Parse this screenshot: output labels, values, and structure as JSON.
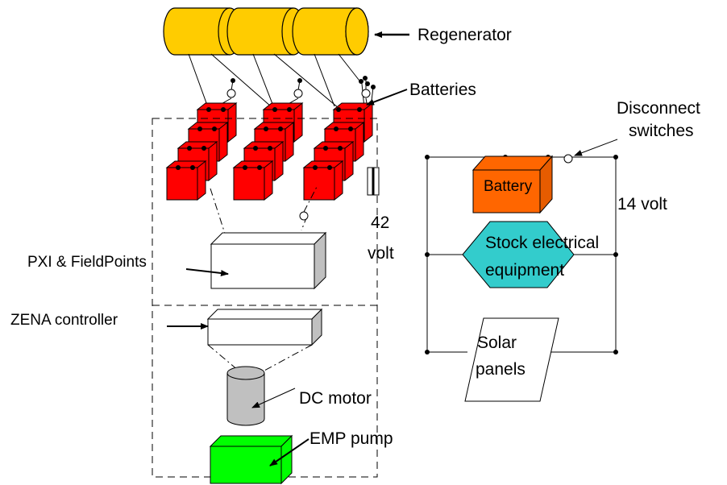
{
  "diagram": {
    "labels": {
      "regenerator": "Regenerator",
      "batteries": "Batteries",
      "disconnect_line1": "Disconnect",
      "disconnect_line2": "switches",
      "battery": "Battery",
      "volt14": "14 volt",
      "volt42_line1": "42",
      "volt42_line2": "volt",
      "stock_line1": "Stock electrical",
      "stock_line2": "equipment",
      "solar_line1": "Solar",
      "solar_line2": "panels",
      "pxi": "PXI & FieldPoints",
      "zena": "ZENA controller",
      "dc_motor": "DC motor",
      "emp_pump": "EMP pump"
    },
    "colors": {
      "regenerator": "#FFCC00",
      "battery_cells": "#FF0000",
      "battery_14v": "#FF6600",
      "stock_equipment": "#33CCCC",
      "emp_pump": "#00FF00",
      "dc_motor": "#C0C0C0",
      "box_side": "#C0C0C0",
      "line": "#000000"
    }
  }
}
